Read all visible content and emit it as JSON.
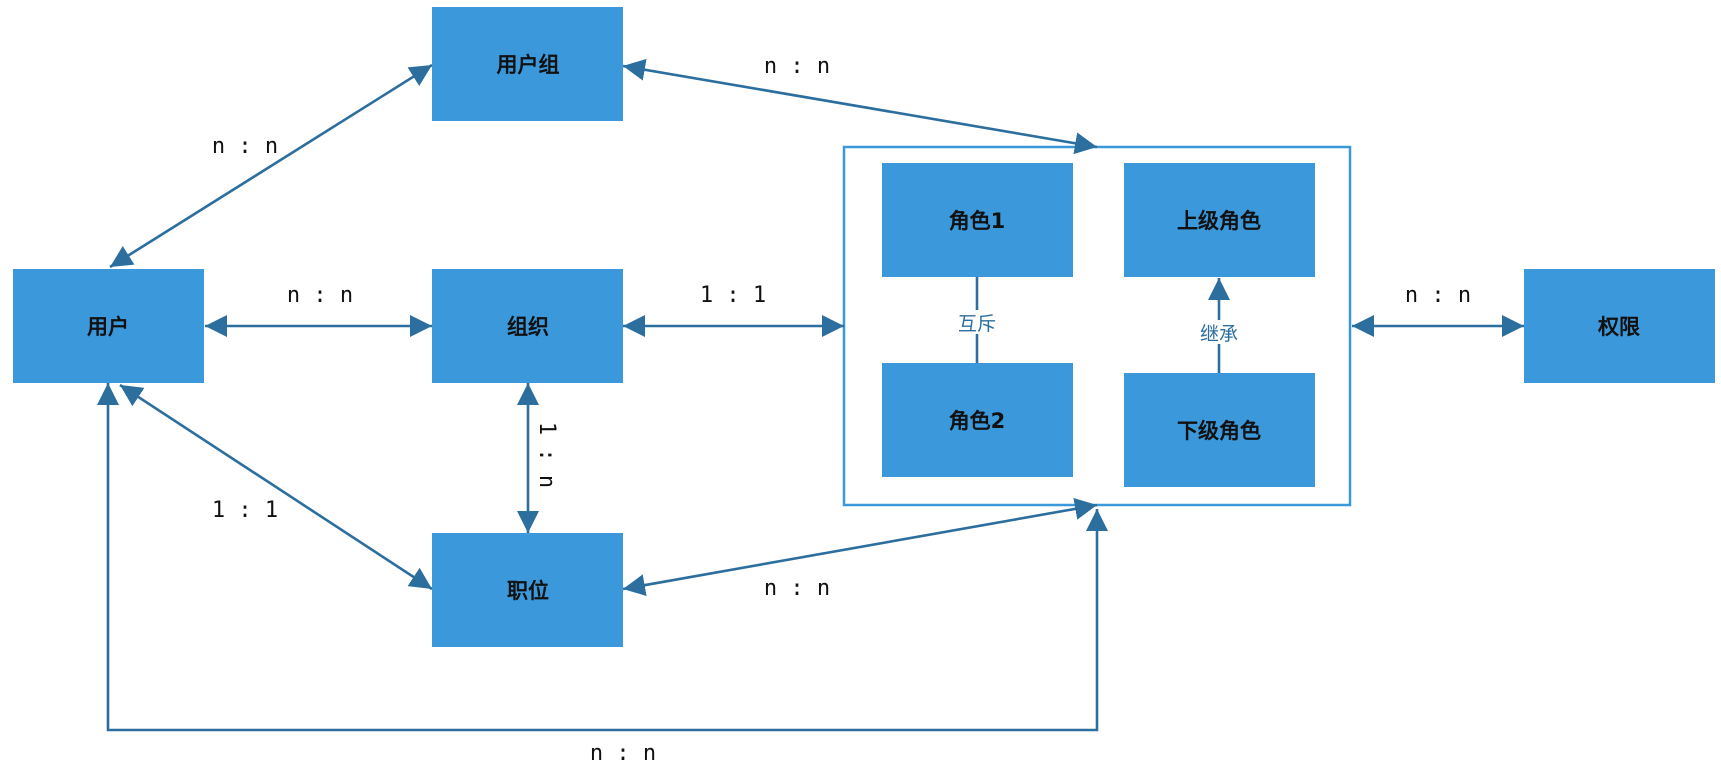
{
  "nodes": {
    "user": "用户",
    "user_group": "用户组",
    "org": "组织",
    "position": "职位",
    "permission": "权限",
    "role1": "角色1",
    "role2": "角色2",
    "senior_role": "上级角色",
    "junior_role": "下级角色"
  },
  "edges": {
    "user_usergroup": "n : n",
    "usergroup_roles": "n : n",
    "user_org": "n : n",
    "org_roles": "1 : 1",
    "org_position": "1 : n",
    "user_position": "1 : 1",
    "position_roles": "n : n",
    "user_roles": "n : n",
    "roles_permission": "n : n"
  },
  "inner_relations": {
    "mutual_exclusion": "互斥",
    "inheritance": "继承"
  },
  "colors": {
    "box_fill": "#3a98db",
    "edge": "#2c6e9e",
    "text": "#111111"
  }
}
